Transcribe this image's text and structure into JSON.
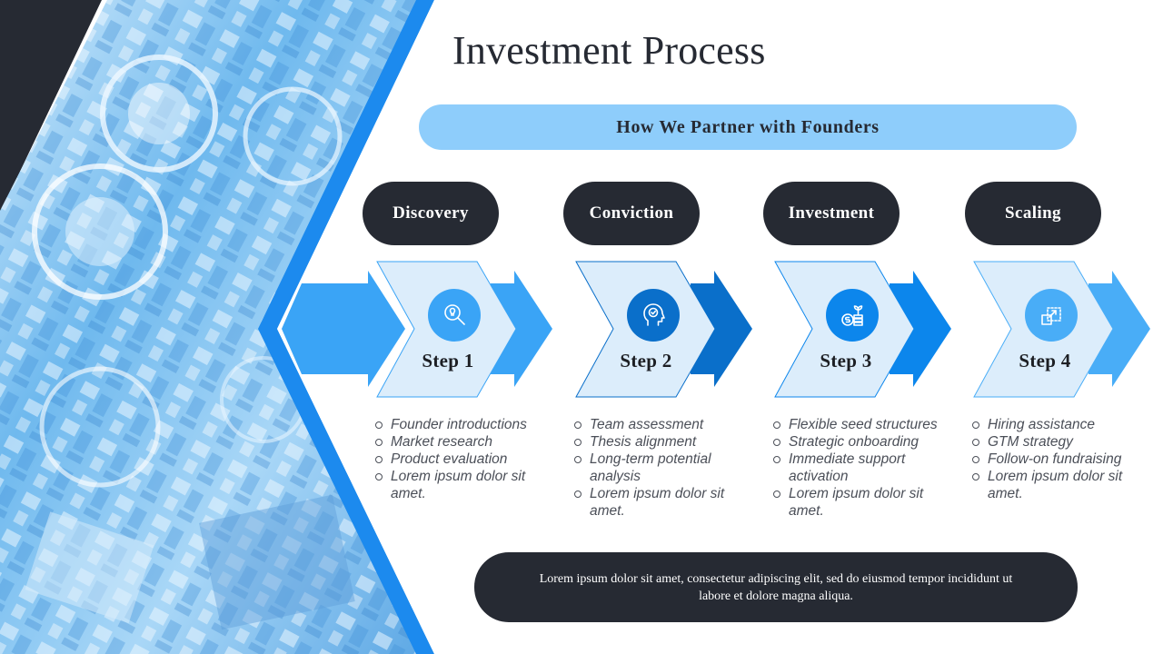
{
  "title": "Investment Process",
  "subtitle": "How We Partner with Founders",
  "colors": {
    "dark": "#262a33",
    "light_blue": "#8ecdfb",
    "step_fill": "#dcedfb",
    "accent_1": "#3aa4f6",
    "accent_2": "#0a6fca",
    "accent_3": "#0c86ec",
    "accent_4": "#49adf7"
  },
  "steps": [
    {
      "phase": "Discovery",
      "label": "Step 1",
      "icon": "idea-search-icon",
      "bullets": [
        "Founder introductions",
        "Market research",
        "Product evaluation",
        "Lorem ipsum dolor sit amet."
      ]
    },
    {
      "phase": "Conviction",
      "label": "Step 2",
      "icon": "head-check-icon",
      "bullets": [
        "Team assessment",
        "Thesis alignment",
        "Long-term potential analysis",
        "Lorem ipsum dolor sit amet."
      ]
    },
    {
      "phase": "Investment",
      "label": "Step 3",
      "icon": "coin-growth-icon",
      "bullets": [
        "Flexible seed structures",
        "Strategic onboarding",
        "Immediate support activation",
        "Lorem ipsum dolor sit amet."
      ]
    },
    {
      "phase": "Scaling",
      "label": "Step 4",
      "icon": "scale-up-icon",
      "bullets": [
        "Hiring assistance",
        "GTM strategy",
        "Follow-on fundraising",
        " Lorem ipsum dolor sit amet."
      ]
    }
  ],
  "footer": "Lorem ipsum dolor sit amet, consectetur adipiscing elit, sed do eiusmod tempor incididunt ut labore et dolore magna aliqua."
}
